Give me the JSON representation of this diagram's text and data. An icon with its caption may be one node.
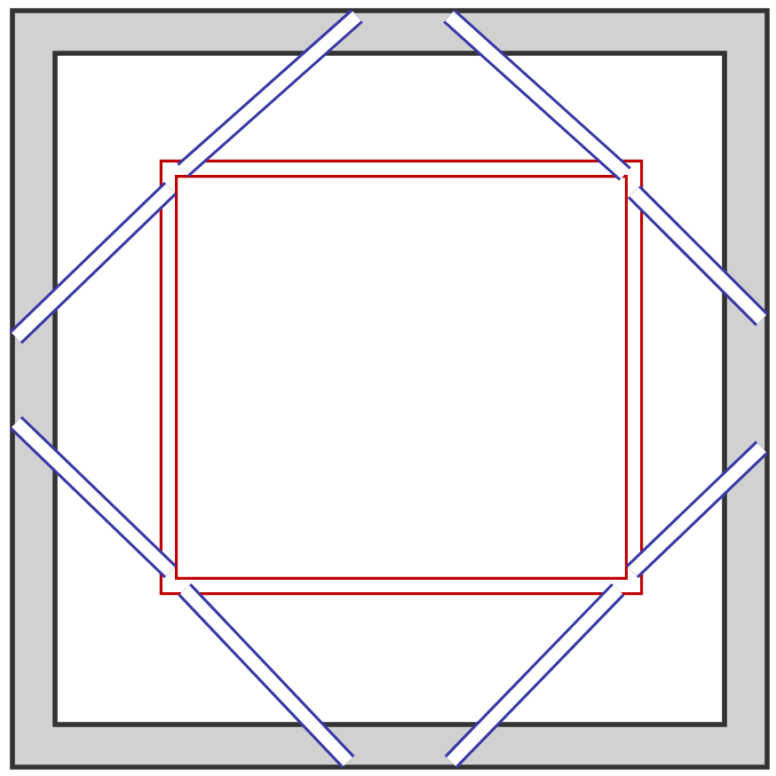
{
  "diagram": {
    "nodes": [
      {
        "text": [],
        "shape": "box"
      },
      {
        "text": [],
        "shape": "box",
        "in": 0
      }
    ],
    "edges": [
      {
        "from": 1,
        "to": 0,
        "arrow": "none"
      },
      {
        "from": 1,
        "to": 0,
        "arrow": "none"
      },
      {
        "from": 1,
        "to": 0,
        "arrow": "none"
      },
      {
        "from": 1,
        "to": 0,
        "arrow": "none"
      },
      {
        "from": 1,
        "to": 0,
        "arrow": "none"
      },
      {
        "from": 1,
        "to": 0,
        "arrow": "none"
      },
      {
        "from": 1,
        "to": 0,
        "arrow": "none"
      },
      {
        "from": 1,
        "to": 0,
        "arrow": "none"
      }
    ]
  }
}
